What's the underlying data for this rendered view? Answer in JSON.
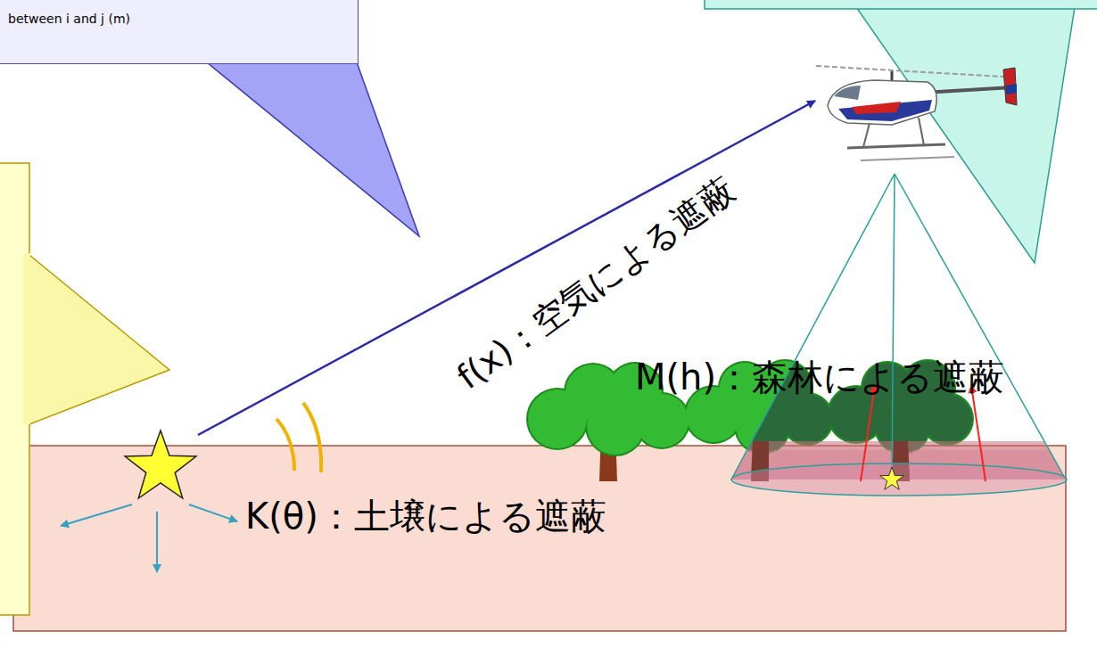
{
  "diagram": {
    "nodes": [
      {
        "text": [
          "between i and j (m)"
        ]
      },
      {
        "text": [
          "K(θ)：土壌による遮蔽"
        ]
      }
    ],
    "labels": [
      "f(x)：空気による遮蔽",
      "M(h)：森林による遮蔽"
    ]
  }
}
